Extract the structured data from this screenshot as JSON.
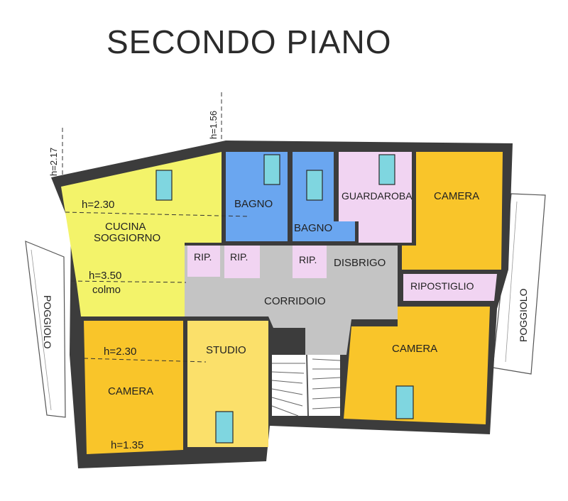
{
  "title": "SECONDO PIANO",
  "heights": {
    "h_217": "h=2.17",
    "h_156": "h=1.56",
    "kitchen_h": "h=2.30",
    "kitchen_colmo_h": "h=3.50",
    "colmo": "colmo",
    "camera_h_top": "h=2.30",
    "camera_h_bottom": "h=1.35"
  },
  "rooms": {
    "cucina_line1": "CUCINA",
    "cucina_line2": "SOGGIORNO",
    "bagno1": "BAGNO",
    "bagno2": "BAGNO",
    "guardaroba": "GUARDAROBA",
    "camera_ne": "CAMERA",
    "rip1": "RIP.",
    "rip2": "RIP.",
    "rip3": "RIP.",
    "disbrigo": "DISBRIGO",
    "ripostiglio": "RIPOSTIGLIO",
    "corridoio": "CORRIDOIO",
    "studio": "STUDIO",
    "camera_sw": "CAMERA",
    "camera_se": "CAMERA"
  },
  "balconies": {
    "left": "POGGIOLO",
    "right": "POGGIOLO"
  },
  "colors": {
    "kitchen": "#f3f36a",
    "blue": "#6aa6f0",
    "pink": "#f1d4f2",
    "orange": "#f9c52a",
    "studio": "#fbe06a",
    "corridor": "#c4c4c4",
    "wall": "#3c3c3c"
  }
}
